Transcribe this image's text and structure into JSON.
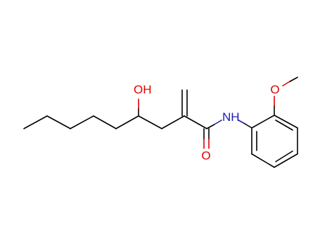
{
  "molecule": {
    "atoms": {
      "hydroxyl": "OH",
      "amide_nh": "NH",
      "carbonyl_o": "O",
      "ether_o": "O"
    },
    "colors": {
      "bond": "#000000",
      "oxygen": "#e00000",
      "nitrogen": "#1c1cb0",
      "background": "#ffffff"
    }
  }
}
